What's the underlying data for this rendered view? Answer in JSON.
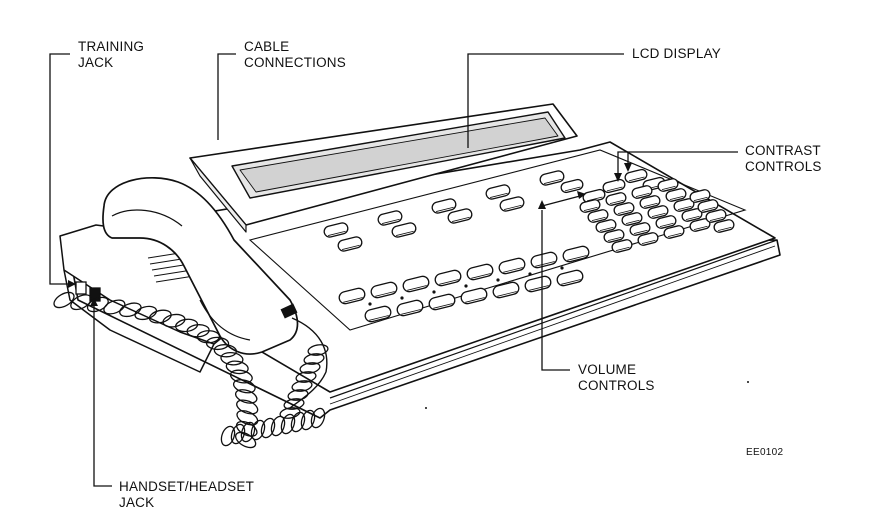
{
  "labels": {
    "training_jack": {
      "line1": "TRAINING",
      "line2": "JACK"
    },
    "cable_connections": {
      "line1": "CABLE",
      "line2": "CONNECTIONS"
    },
    "lcd_display": {
      "line1": "LCD DISPLAY"
    },
    "contrast_controls": {
      "line1": "CONTRAST",
      "line2": "CONTROLS"
    },
    "volume_controls": {
      "line1": "VOLUME",
      "line2": "CONTROLS"
    },
    "handset_headset_jack": {
      "line1": "HANDSET/HEADSET",
      "line2": "JACK"
    }
  },
  "figure_ref": "EE0102",
  "colors": {
    "ink": "#111111",
    "paper": "#ffffff",
    "display_tint": "#dcdcdc"
  }
}
